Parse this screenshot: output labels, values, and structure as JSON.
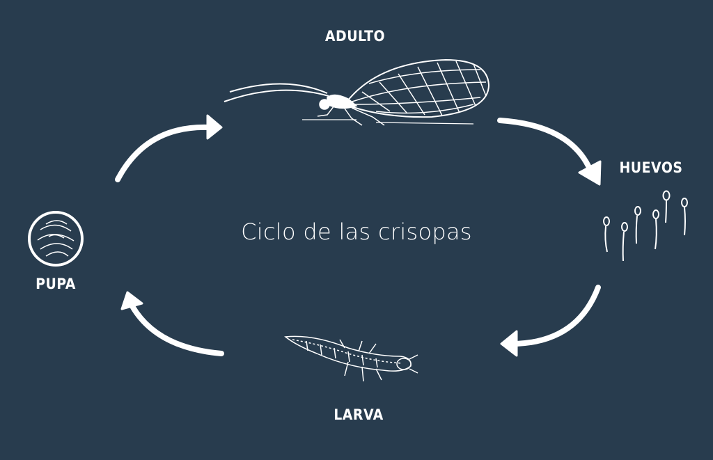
{
  "diagram": {
    "title": "Ciclo de las crisopas",
    "background_color": "#283c4e",
    "foreground_color": "#ffffff",
    "stages": [
      {
        "id": "adulto",
        "label": "ADULTO",
        "icon": "lacewing-adult-icon"
      },
      {
        "id": "huevos",
        "label": "HUEVOS",
        "icon": "stalked-eggs-icon"
      },
      {
        "id": "larva",
        "label": "LARVA",
        "icon": "lacewing-larva-icon"
      },
      {
        "id": "pupa",
        "label": "PUPA",
        "icon": "cocoon-icon"
      }
    ],
    "flow": [
      "pupa → adulto",
      "adulto → huevos",
      "huevos → larva",
      "larva → pupa"
    ]
  }
}
